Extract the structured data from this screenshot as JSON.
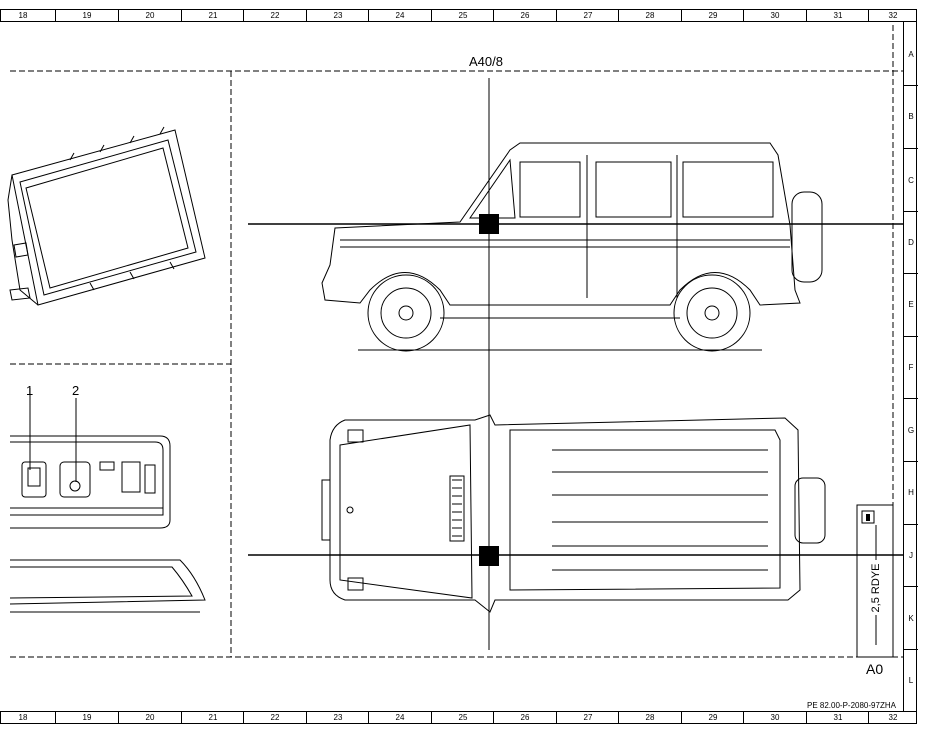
{
  "columns": [
    "18",
    "19",
    "20",
    "21",
    "22",
    "23",
    "24",
    "25",
    "26",
    "27",
    "28",
    "29",
    "30",
    "31",
    "32"
  ],
  "rows": [
    "A",
    "B",
    "C",
    "D",
    "E",
    "F",
    "G",
    "H",
    "J",
    "K",
    "L"
  ],
  "component_label": "A40/8",
  "callouts": [
    "1",
    "2"
  ],
  "ground_label": "A0",
  "wire_label": "2,5 RDYE",
  "doc_code": "PE 82.00-P-2080-97ZHA"
}
